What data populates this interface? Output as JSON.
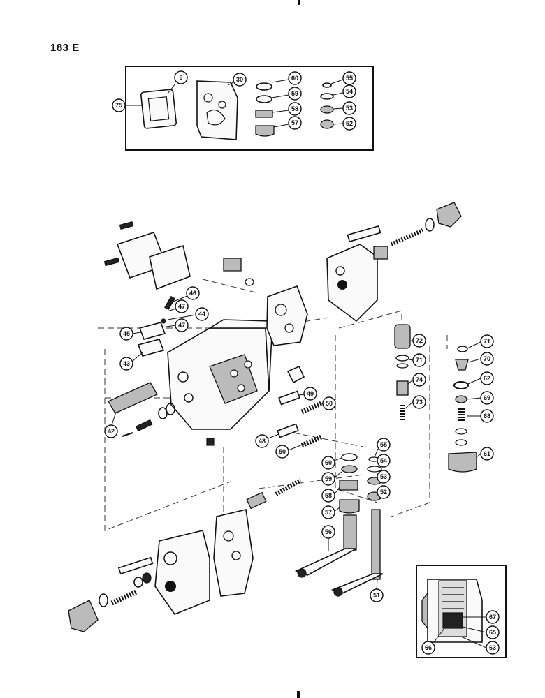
{
  "page": {
    "code": "183 E"
  },
  "kit_callouts": [
    "75",
    "9",
    "30",
    "60",
    "59",
    "58",
    "57",
    "55",
    "54",
    "53",
    "52"
  ],
  "main_callouts": [
    "46",
    "47",
    "44",
    "47",
    "45",
    "43",
    "42",
    "72",
    "71",
    "74",
    "73",
    "71",
    "70",
    "62",
    "69",
    "68",
    "61",
    "49",
    "50",
    "48",
    "50",
    "55",
    "54",
    "53",
    "52",
    "60",
    "59",
    "58",
    "57",
    "56",
    "51"
  ],
  "inset_callouts": [
    "67",
    "65",
    "63",
    "66"
  ]
}
